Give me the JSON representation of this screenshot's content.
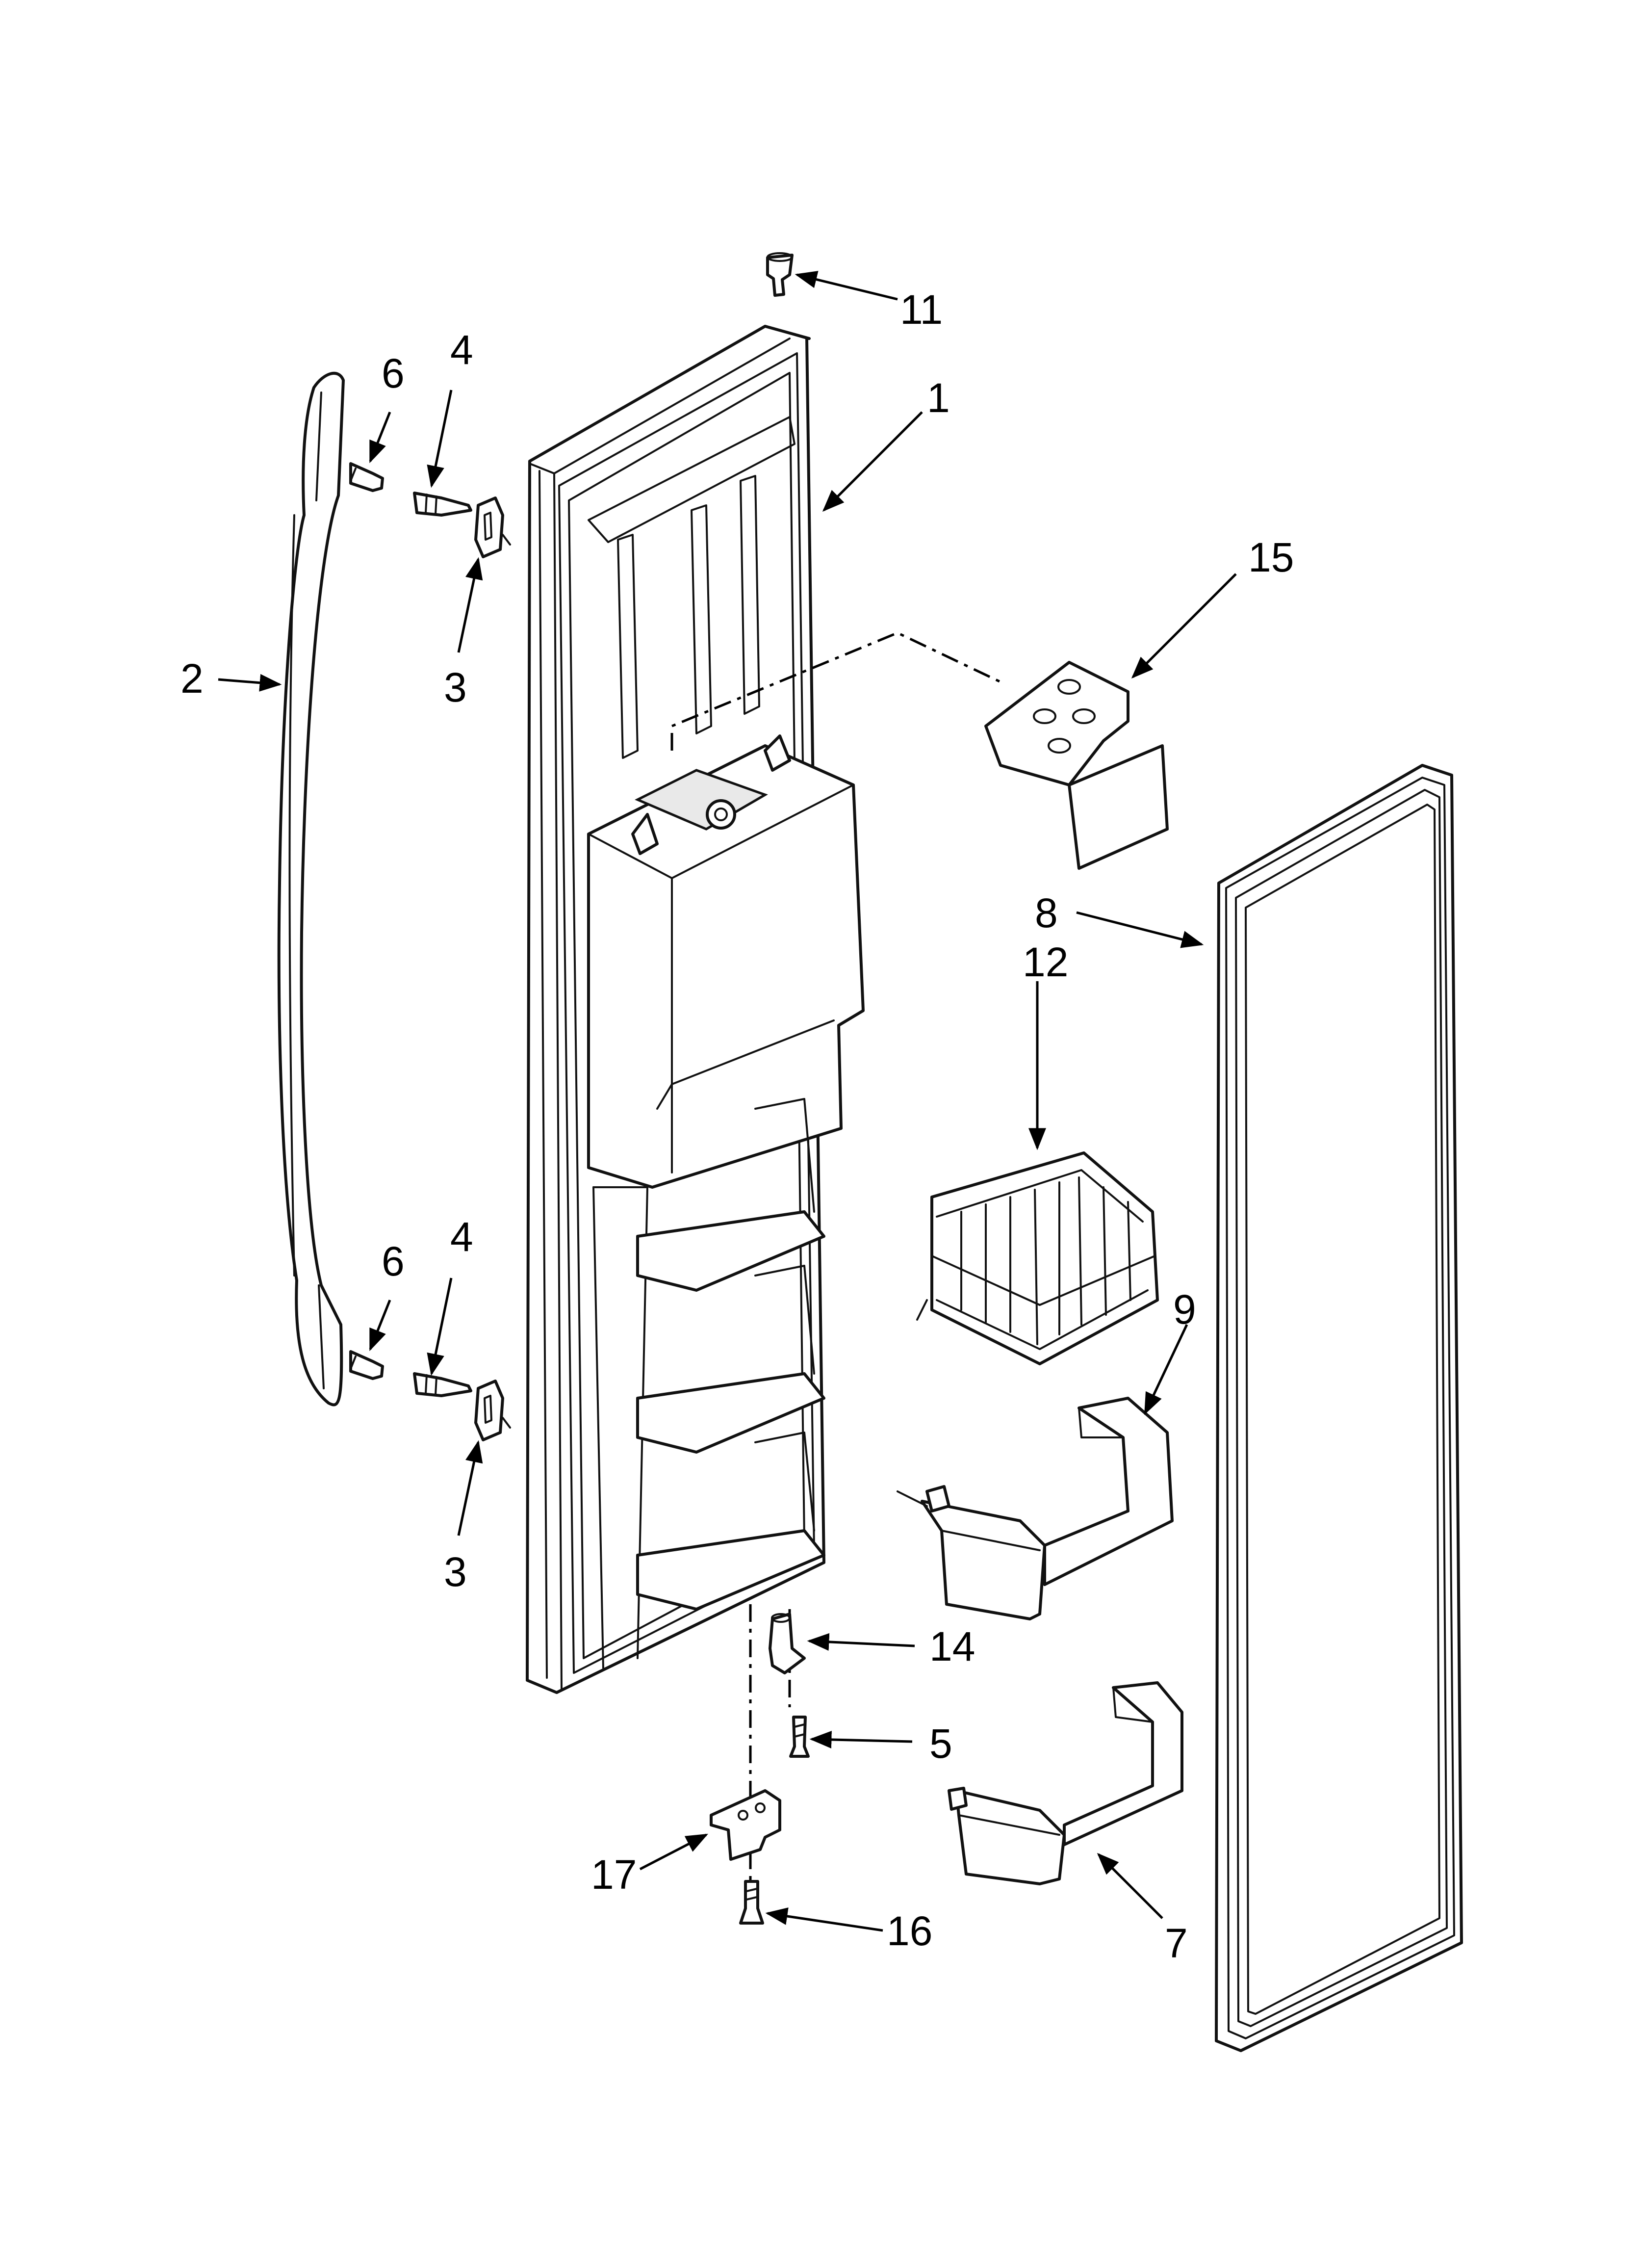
{
  "diagram": {
    "callouts": {
      "c1": "1",
      "c2": "2",
      "c3a": "3",
      "c3b": "3",
      "c4a": "4",
      "c4b": "4",
      "c5": "5",
      "c6a": "6",
      "c6b": "6",
      "c7": "7",
      "c8": "8",
      "c9": "9",
      "c11": "11",
      "c12": "12",
      "c14": "14",
      "c15": "15",
      "c16": "16",
      "c17": "17"
    }
  }
}
